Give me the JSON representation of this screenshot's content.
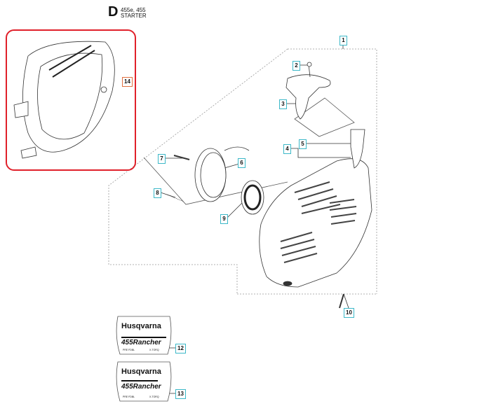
{
  "header": {
    "section_letter": "D",
    "models": "455e, 455",
    "title": "STARTER"
  },
  "callouts": [
    "1",
    "2",
    "3",
    "4",
    "5",
    "6",
    "7",
    "8",
    "9",
    "10",
    "12",
    "13",
    "14"
  ],
  "labels": [
    {
      "brand": "Husqvarna",
      "model": "455Rancher",
      "left_code": "PRE FDBL",
      "right_code": "X-TORQ"
    },
    {
      "brand": "Husqvarna",
      "model": "455Rancher",
      "left_code": "PRE FDBL",
      "right_code": "X-TORQ"
    }
  ],
  "colors": {
    "callout_border": "#3cb8c8",
    "selection": "#e0202a"
  }
}
